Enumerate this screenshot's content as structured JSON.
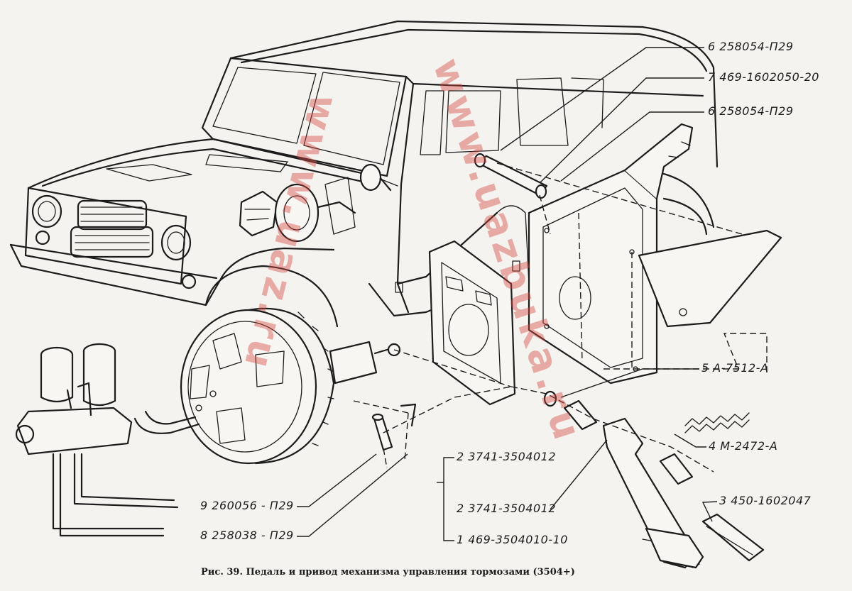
{
  "labels": {
    "p6a": "6 258054-П29",
    "p7": "7 469-1602050-20",
    "p6b": "6 258054-П29",
    "p5": "5 А-7512-А",
    "p4": "4 М-2472-А",
    "p2a": "2 3741-3504012",
    "p2b": "2 3741-3504012",
    "p1": "1 469-3504010-10",
    "p3": "3 450-1602047",
    "p9": "9 260056 - П29",
    "p8": "8 258038 - П29"
  },
  "caption": "Рис. 39. Педаль и привод механизма управления тормозами (3504+)",
  "watermarks": {
    "left": "www.uaz.ru",
    "right": "www.uazbuka.ru"
  },
  "colors": {
    "line": "#1c1c1c",
    "paper": "#f4f3ef",
    "watermark": "#d6453d"
  }
}
